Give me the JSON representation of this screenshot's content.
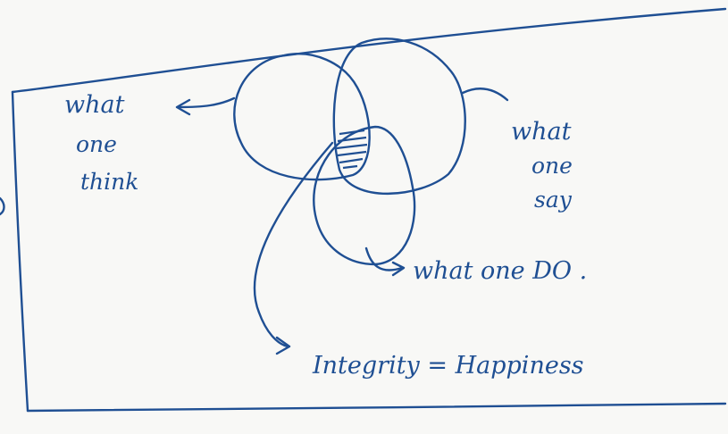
{
  "labels": {
    "what_one_think": [
      "what",
      "one",
      "think"
    ],
    "what_one_say": [
      "what",
      "one",
      "say"
    ],
    "what_one_do": "what one DO .",
    "integrity": "Integrity = Happiness"
  },
  "colors": {
    "ink": "#1f4f93",
    "paper": "#f8f8f6"
  }
}
